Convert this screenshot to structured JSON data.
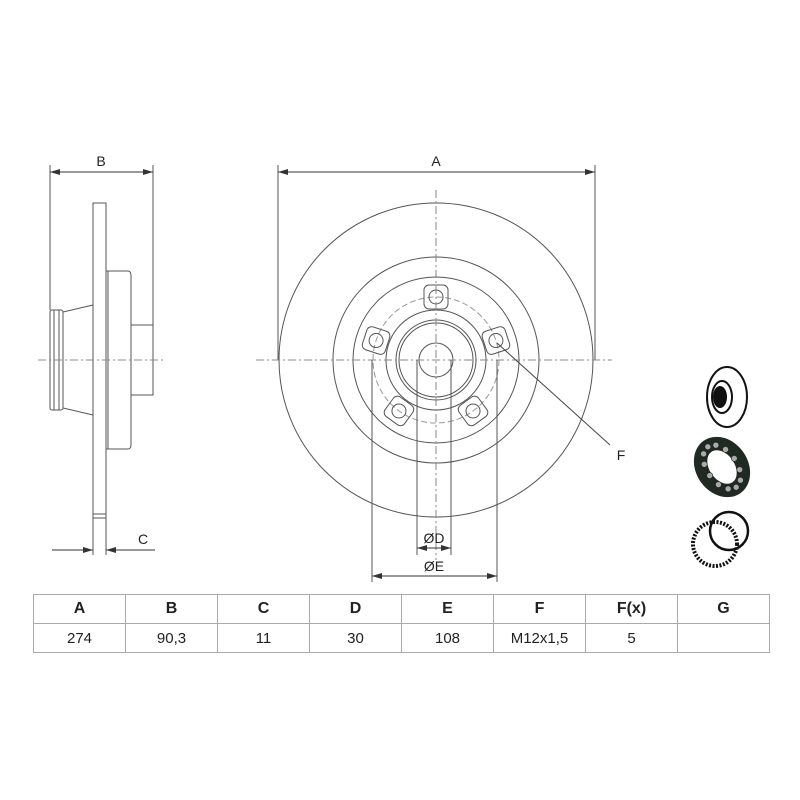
{
  "drawing": {
    "side_view_labels": {
      "b": "B",
      "c": "C"
    },
    "front_view_labels": {
      "a": "A",
      "d": "ØD",
      "e": "ØE",
      "f": "F"
    },
    "icons": [
      "brake-disc-icon",
      "wheel-bearing-icon",
      "abs-ring-icon"
    ]
  },
  "table": {
    "headers": [
      "A",
      "B",
      "C",
      "D",
      "E",
      "F",
      "F(x)",
      "G"
    ],
    "values": [
      "274",
      "90,3",
      "11",
      "30",
      "108",
      "M12x1,5",
      "5",
      ""
    ]
  }
}
